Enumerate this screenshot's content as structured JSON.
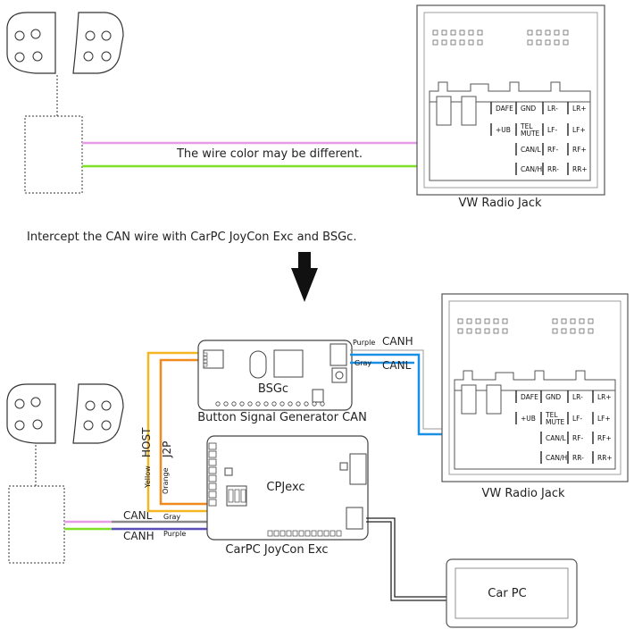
{
  "top": {
    "wire_note": "The wire color may be different.",
    "radio_label": "VW Radio Jack"
  },
  "caption": "Intercept the CAN wire with CarPC JoyCon Exc and BSGc.",
  "radio_pins": [
    [
      "DAFE",
      "GND",
      "LR-",
      "LR+"
    ],
    [
      "+UB",
      "TEL MUTE",
      "LF-",
      "LF+"
    ],
    [
      "",
      "CAN/L",
      "RF-",
      "RF+"
    ],
    [
      "",
      "CAN/H",
      "RR-",
      "RR+"
    ]
  ],
  "bottom": {
    "bsgc_label": "BSGc",
    "bsgc_title": "Button Signal Generator CAN",
    "cpjexc_label": "CPJexc",
    "cpjexc_title": "CarPC JoyCon Exc",
    "radio_label": "VW Radio Jack",
    "carpc_label": "Car PC",
    "wire_purple": "Purple",
    "wire_gray": "Gray",
    "canh": "CANH",
    "canl": "CANL",
    "host": "HOST",
    "j2p": "J2P",
    "yellow": "Yellow",
    "orange": "Orange",
    "left_canl": "CANL",
    "left_canh": "CANH",
    "left_gray": "Gray",
    "left_purple": "Purple"
  },
  "colors": {
    "pink_wire": "#e89ae8",
    "green_wire": "#7fe02a",
    "blue_wire": "#1a8fe6",
    "orange_wire": "#f08a1c",
    "yellow_wire": "#f5b623",
    "gray_wire": "#888888",
    "purple_wire": "#5a4fb8"
  }
}
